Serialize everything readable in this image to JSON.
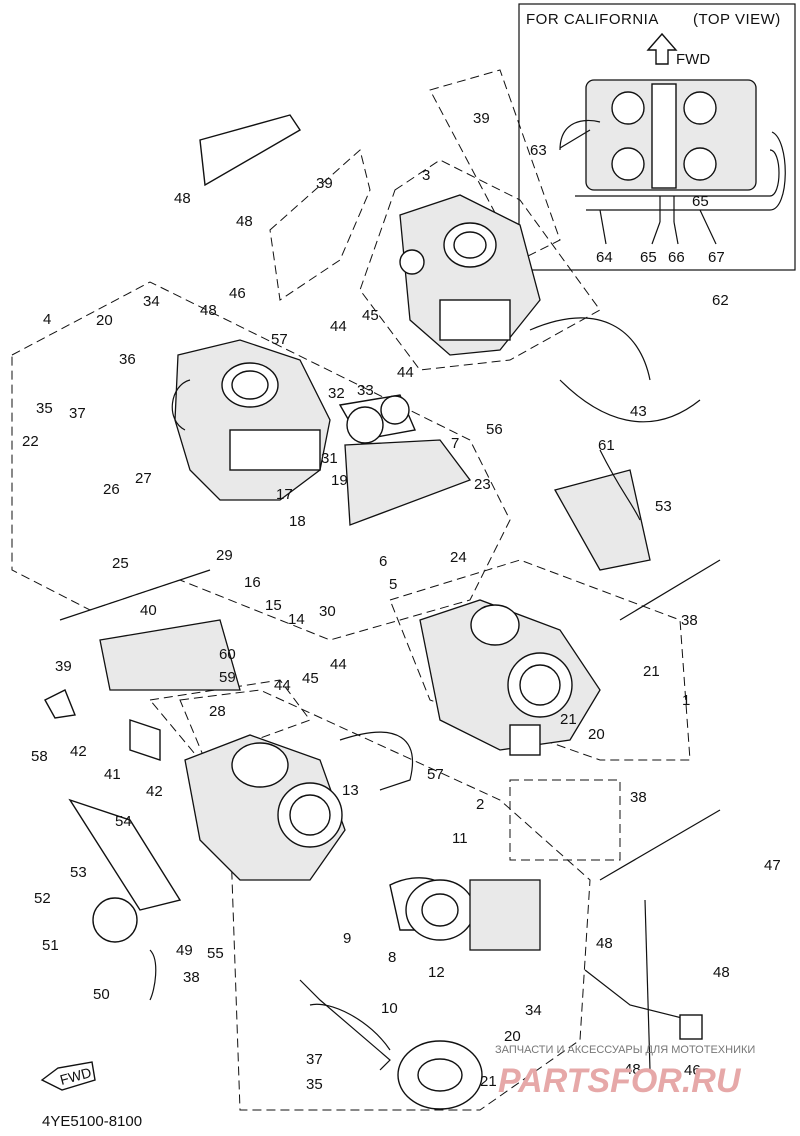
{
  "inset": {
    "title_left": "FOR CALIFORNIA",
    "title_right": "(TOP VIEW)",
    "fwd": "FWD"
  },
  "footer": {
    "code": "4YE5100-8100",
    "fwd_tag": "FWD"
  },
  "watermark": {
    "text": "ЗАПЧАСТИ И АКСЕССУАРЫ ДЛЯ МОТОТЕХНИКИ",
    "brand": "PARTSFOR.RU"
  },
  "labels": {
    "l1": "1",
    "l2": "2",
    "l3": "3",
    "l4": "4",
    "l5": "5",
    "l6": "6",
    "l7": "7",
    "l8": "8",
    "l9": "9",
    "l10": "10",
    "l11": "11",
    "l12": "12",
    "l13": "13",
    "l14": "14",
    "l15": "15",
    "l16": "16",
    "l17": "17",
    "l18": "18",
    "l19": "19",
    "l20a": "20",
    "l20b": "20",
    "l20c": "20",
    "l21a": "21",
    "l21b": "21",
    "l21c": "21",
    "l22": "22",
    "l23": "23",
    "l24": "24",
    "l25": "25",
    "l26": "26",
    "l27": "27",
    "l28": "28",
    "l29": "29",
    "l30": "30",
    "l31": "31",
    "l32": "32",
    "l33": "33",
    "l34a": "34",
    "l34b": "34",
    "l35a": "35",
    "l35b": "35",
    "l36": "36",
    "l37a": "37",
    "l37b": "37",
    "l38a": "38",
    "l38b": "38",
    "l38c": "38",
    "l39a": "39",
    "l39b": "39",
    "l39c": "39",
    "l40": "40",
    "l41": "41",
    "l42a": "42",
    "l42b": "42",
    "l43": "43",
    "l44a": "44",
    "l44b": "44",
    "l44c": "44",
    "l44d": "44",
    "l45a": "45",
    "l45b": "45",
    "l46a": "46",
    "l46b": "46",
    "l47": "47",
    "l48a": "48",
    "l48b": "48",
    "l48c": "48",
    "l48d": "48",
    "l48e": "48",
    "l48f": "48",
    "l49": "49",
    "l50": "50",
    "l51": "51",
    "l52": "52",
    "l53a": "53",
    "l53b": "53",
    "l54": "54",
    "l55": "55",
    "l56": "56",
    "l57a": "57",
    "l57b": "57",
    "l58": "58",
    "l59": "59",
    "l60": "60",
    "l61": "61",
    "l62": "62",
    "l63": "63",
    "l64": "64",
    "l65a": "65",
    "l65b": "65",
    "l66": "66",
    "l67": "67"
  }
}
